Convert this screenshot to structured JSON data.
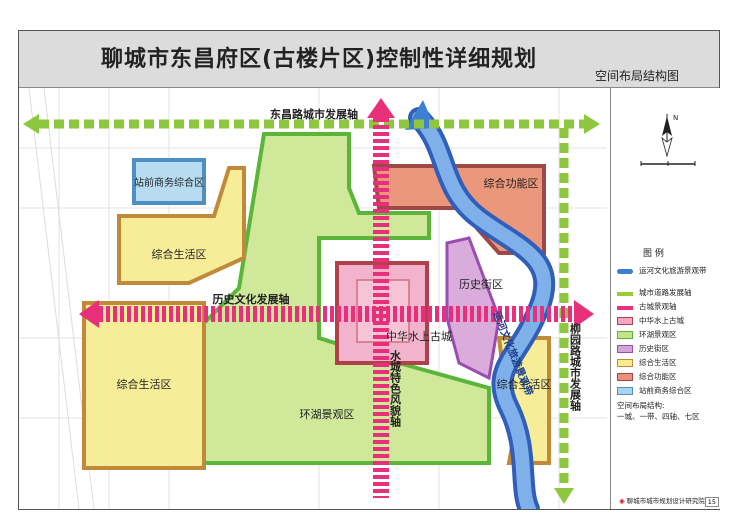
{
  "header": {
    "title": "聊城市东昌府区(古楼片区)控制性详细规划",
    "subtitle": "空间布局结构图"
  },
  "map": {
    "zones": {
      "station_business": "站前商务综合区",
      "living_north": "综合生活区",
      "living_west": "综合生活区",
      "living_east": "综合生活区",
      "lake_scenic": "环湖景观区",
      "old_town": "中华水上古城",
      "history_street": "历史街区",
      "composite_function": "综合功能区"
    },
    "axes": {
      "dongchang_road": "东昌路城市发展轴",
      "history_culture": "历史文化发展轴",
      "water_city_scenic": "水城特色风貌轴",
      "liuyuan_road": "柳园路城市发展轴",
      "canal_belt": "运河文化旅游景观带"
    },
    "north_label": "N"
  },
  "legend": {
    "title": "图 例",
    "items": [
      {
        "label": "运河文化旅游景观带",
        "color": "#3f7fd1"
      },
      {
        "label": "城市道路发展轴",
        "color": "#9acd32"
      },
      {
        "label": "古城景观轴",
        "color": "#e8307a"
      },
      {
        "label": "中华水上古城",
        "color": "#f2a7c3"
      },
      {
        "label": "环湖景观区",
        "color": "#c5e38a"
      },
      {
        "label": "历史街区",
        "color": "#d4a3d8"
      },
      {
        "label": "综合生活区",
        "color": "#f6eb8e"
      },
      {
        "label": "综合功能区",
        "color": "#e9917a"
      },
      {
        "label": "站前商务综合区",
        "color": "#a9d5f0"
      }
    ],
    "structure_label": "空间布局结构:",
    "structure_value": "一城、一带、四轴、七区"
  },
  "footer": {
    "institute": "聊城市城市规划设计研究院",
    "page": "15"
  }
}
